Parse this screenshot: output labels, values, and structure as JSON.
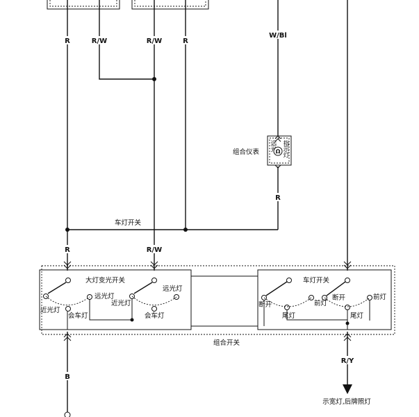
{
  "wire_labels": {
    "r_top_left": "R",
    "rw_top_left": "R/W",
    "rw_top_mid": "R/W",
    "r_top_mid": "R",
    "wbl_top": "W/Bl",
    "r_meter_out": "R",
    "r_switch_left": "R",
    "rw_switch_mid": "R/W",
    "b_bottom": "B",
    "ry_bottom": "R/Y"
  },
  "components": {
    "meter_label": "组合仪表",
    "meter_indicator_left": "远光",
    "meter_indicator_right": "指示灯",
    "meter_symbol": "Ω",
    "light_switch_wire_label": "车灯开关",
    "combo_switch_label": "组合开关",
    "dimmer_switch_title": "大灯变光开关",
    "dimmer_low_left": "近光灯",
    "dimmer_high_mid": "远光灯",
    "dimmer_passing_left": "会车灯",
    "dimmer_low_right": "近光灯",
    "dimmer_high_right": "远光灯",
    "dimmer_passing_right": "会车灯",
    "light_switch_title": "车灯开关",
    "ls_off_left": "断开",
    "ls_tail_left": "尾灯",
    "ls_head_left": "前灯",
    "ls_off_right": "断开",
    "ls_head_right": "前灯",
    "ls_tail_right": "尾灯",
    "output_label": "示宽灯,后牌照灯"
  }
}
